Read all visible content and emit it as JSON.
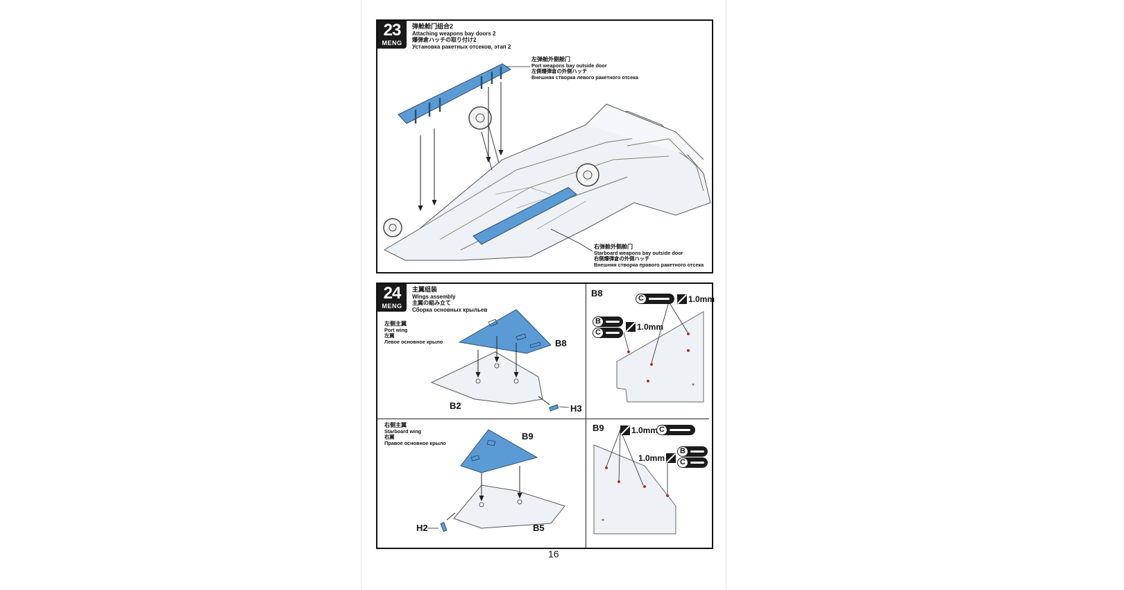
{
  "page_number": "16",
  "brand": "MENG",
  "step23": {
    "number": "23",
    "title_zh": "弹舱舱门组合2",
    "title_en": "Attaching weapons bay doors 2",
    "title_ja": "爆弾倉ハッチの取り付け2",
    "title_ru": "Установка ракетных отсеков, этап 2",
    "port_door": {
      "zh": "左弹舱外侧舱门",
      "en": "Port weapons bay outside door",
      "ja": "左側爆弾倉の外側ハッチ",
      "ru": "Внешняя створка левого ракетного отсека"
    },
    "starboard_door": {
      "zh": "右弹舱外侧舱门",
      "en": "Starboard weapons bay outside door",
      "ja": "右側爆弾倉の外側ハッチ",
      "ru": "Внешняя створка правого ракетного отсека"
    }
  },
  "step24": {
    "number": "24",
    "title_zh": "主翼组装",
    "title_en": "Wings assembly",
    "title_ja": "主翼の組み立て",
    "title_ru": "Сборка основных крыльев",
    "port_wing": {
      "zh": "左侧主翼",
      "en": "Port wing",
      "ja": "左翼",
      "ru": "Левое основное крыло"
    },
    "starboard_wing": {
      "zh": "右侧主翼",
      "en": "Starboard wing",
      "ja": "右翼",
      "ru": "Правое основное крыло"
    },
    "part_labels": {
      "b8": "B8",
      "b2": "B2",
      "h3": "H3",
      "b9": "B9",
      "b5": "B5",
      "h2": "H2"
    },
    "detail_b8": {
      "title": "B8",
      "drill_chip_top": "C",
      "drill_top": "1.0mm",
      "chip_b": "B",
      "chip_c": "C",
      "drill_left": "1.0mm"
    },
    "detail_b9": {
      "title": "B9",
      "drill_top": "1.0mm",
      "chip_top": "C",
      "drill_mid": "1.0mm",
      "chip_b": "B",
      "chip_c": "C"
    }
  },
  "colors": {
    "part_highlight": "#5b9bd5",
    "panel_border": "#111111",
    "badge": "#1a1a1a",
    "drill_point": "#b03020"
  }
}
